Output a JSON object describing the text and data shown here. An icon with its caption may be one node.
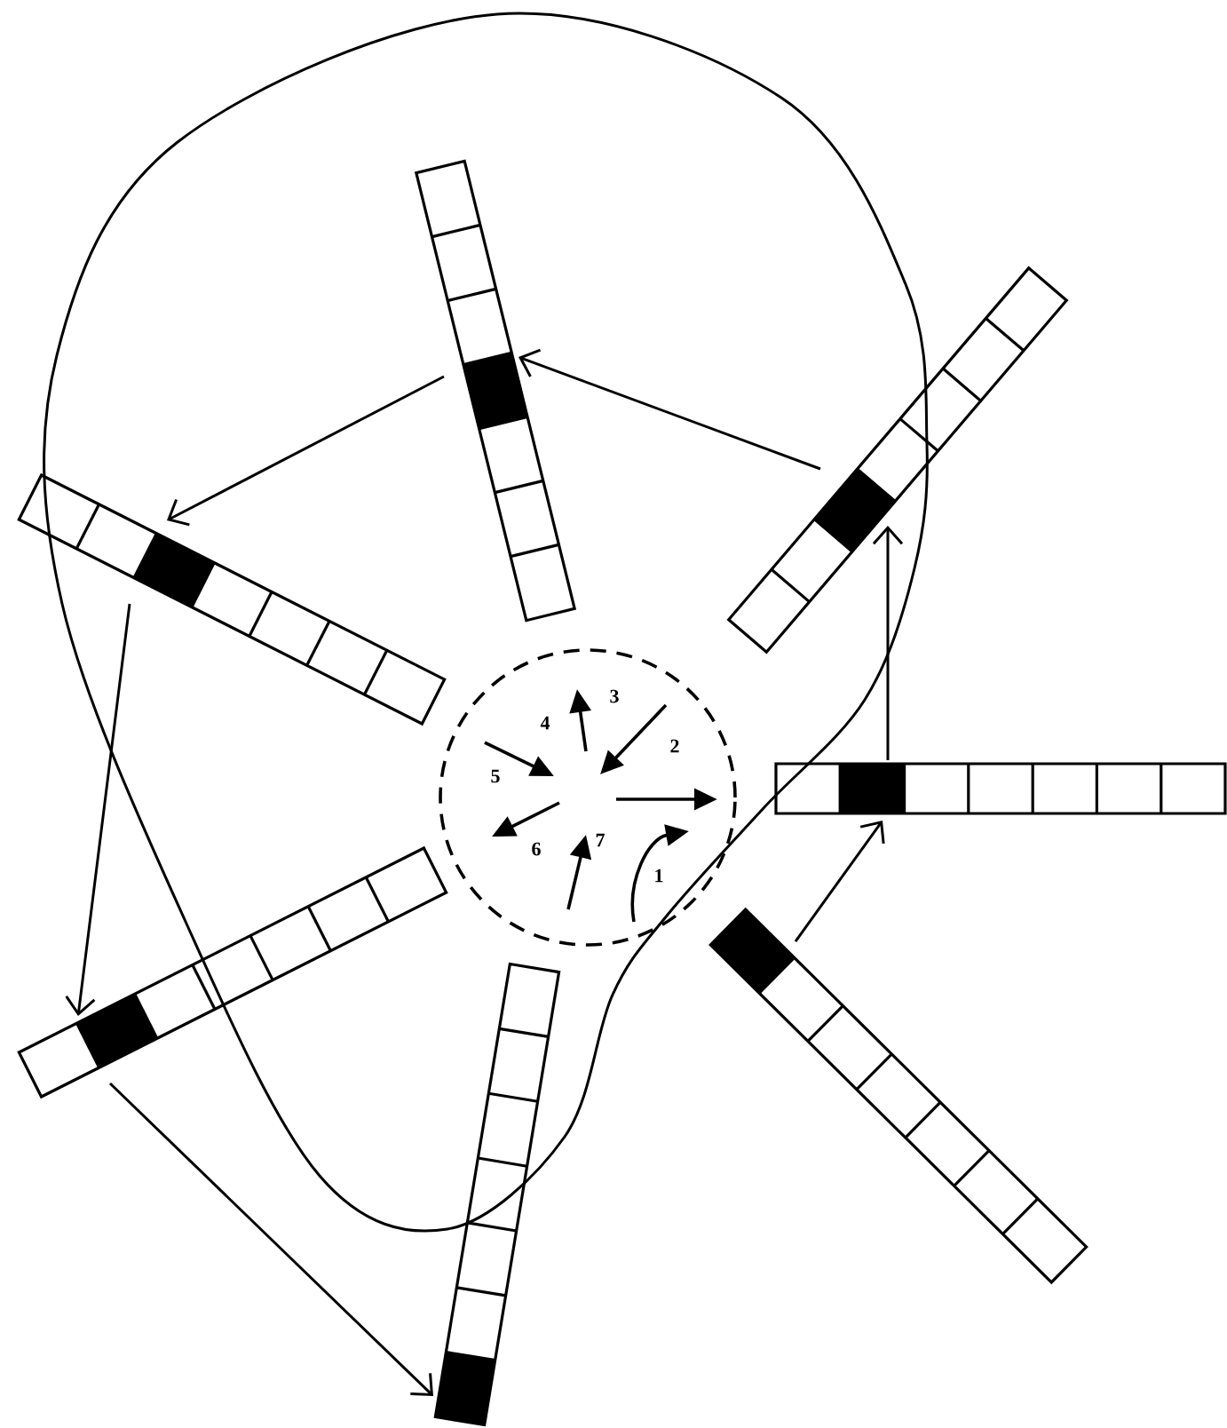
{
  "diagram": {
    "nodes": [
      {
        "text": [],
        "shape": "bar"
      },
      {
        "text": [],
        "shape": "bar"
      },
      {
        "text": [],
        "shape": "bar"
      },
      {
        "text": [],
        "shape": "circle"
      },
      {
        "text": [],
        "shape": "bar"
      },
      {
        "text": [],
        "shape": "bar"
      },
      {
        "text": [],
        "shape": "bar"
      },
      {
        "text": [],
        "shape": "bar"
      }
    ],
    "edges": [
      {
        "from": 6,
        "to": 4,
        "arrow": "to"
      },
      {
        "from": 4,
        "to": 1,
        "arrow": "to"
      },
      {
        "from": 1,
        "to": 0,
        "arrow": "to"
      },
      {
        "from": 0,
        "to": 2,
        "arrow": "to"
      },
      {
        "from": 2,
        "to": 5,
        "arrow": "to"
      },
      {
        "from": 5,
        "to": 7,
        "arrow": "to"
      }
    ],
    "labels": [
      "1",
      "2",
      "3",
      "4",
      "5",
      "6",
      "7"
    ]
  }
}
